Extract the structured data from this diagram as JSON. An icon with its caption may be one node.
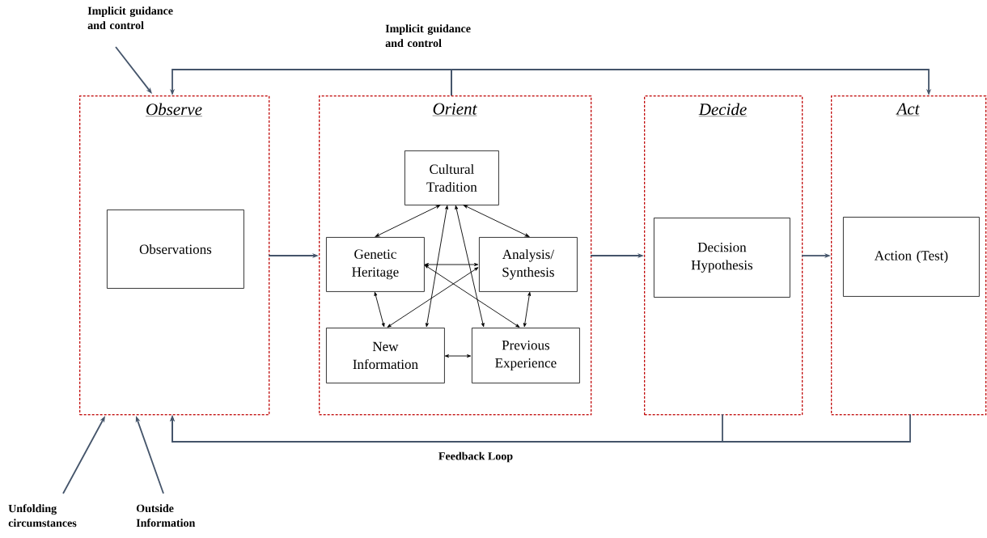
{
  "diagram": {
    "nodes": [
      {
        "text": [
          "Observe"
        ]
      },
      {
        "text": [
          "Observations"
        ],
        "in": 0
      },
      {
        "text": [
          "Orient"
        ]
      },
      {
        "text": [
          "Cultural Tradition"
        ],
        "in": 2
      },
      {
        "text": [
          "Genetic Heritage"
        ],
        "in": 2
      },
      {
        "text": [
          "Analysis/ Synthesis"
        ],
        "in": 2
      },
      {
        "text": [
          "New Information"
        ],
        "in": 2
      },
      {
        "text": [
          "Previous Experience"
        ],
        "in": 2
      },
      {
        "text": [
          "Decide"
        ]
      },
      {
        "text": [
          "Decision Hypothesis"
        ],
        "in": 8
      },
      {
        "text": [
          "Act"
        ]
      },
      {
        "text": [
          "Action (Test)"
        ],
        "in": 10
      },
      {
        "text": [
          "Implicit guidance and control"
        ]
      },
      {
        "text": [
          "Unfolding circumstances"
        ]
      },
      {
        "text": [
          "Outside Information"
        ]
      }
    ],
    "edges": [
      {
        "from": 12,
        "to": 0,
        "arrow": "to",
        "color": "#44546a"
      },
      {
        "from": 13,
        "to": 0,
        "arrow": "to",
        "color": "#44546a"
      },
      {
        "from": 14,
        "to": 0,
        "arrow": "to",
        "color": "#44546a"
      },
      {
        "from": 0,
        "to": 2,
        "arrow": "to",
        "color": "#44546a"
      },
      {
        "from": 2,
        "to": 8,
        "arrow": "to",
        "color": "#44546a"
      },
      {
        "from": 8,
        "to": 10,
        "arrow": "to",
        "color": "#44546a"
      },
      {
        "from": 2,
        "to": 0,
        "arrow": "to",
        "color": "#44546a"
      },
      {
        "from": 2,
        "to": 10,
        "arrow": "to",
        "color": "#44546a"
      },
      {
        "from": 8,
        "to": 0,
        "arrow": "to",
        "color": "#44546a"
      },
      {
        "from": 10,
        "to": 0,
        "arrow": "to",
        "color": "#44546a"
      },
      {
        "from": 3,
        "to": 4,
        "arrow": "both",
        "color": "#000000"
      },
      {
        "from": 3,
        "to": 5,
        "arrow": "both",
        "color": "#000000"
      },
      {
        "from": 3,
        "to": 6,
        "arrow": "both",
        "color": "#000000"
      },
      {
        "from": 3,
        "to": 7,
        "arrow": "both",
        "color": "#000000"
      },
      {
        "from": 4,
        "to": 5,
        "arrow": "both",
        "color": "#000000"
      },
      {
        "from": 4,
        "to": 7,
        "arrow": "both",
        "color": "#000000"
      },
      {
        "from": 5,
        "to": 6,
        "arrow": "both",
        "color": "#000000"
      },
      {
        "from": 4,
        "to": 6,
        "arrow": "both",
        "color": "#000000"
      },
      {
        "from": 5,
        "to": 7,
        "arrow": "both",
        "color": "#000000"
      },
      {
        "from": 6,
        "to": 7,
        "arrow": "both",
        "color": "#000000"
      }
    ],
    "labels": [
      "Implicit guidance and control",
      "Feedback Loop"
    ]
  }
}
